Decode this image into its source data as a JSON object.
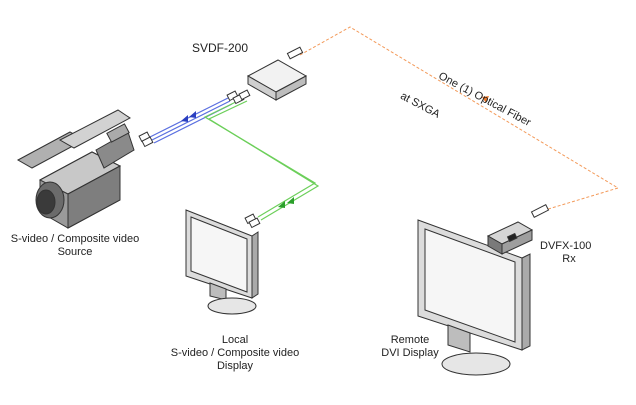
{
  "labels": {
    "svdf": "SVDF-200",
    "fiber": "One (1) Optical Fiber",
    "sxga": "at SXGA",
    "source_line1": "S-video / Composite video",
    "source_line2": "Source",
    "dvfx_line1": "DVFX-100",
    "dvfx_line2": "Rx",
    "local_line1": "Local",
    "local_line2": "S-video / Composite video",
    "local_line3": "Display",
    "remote_line1": "Remote",
    "remote_line2": "DVI Display"
  },
  "colors": {
    "fiber": "#f39a5a",
    "svideo_blue": "#5a6fe0",
    "svideo_green": "#6ccf5a",
    "outline": "#333333",
    "device_fill": "#e9e9e9",
    "screen_fill": "#f6f6f6"
  }
}
